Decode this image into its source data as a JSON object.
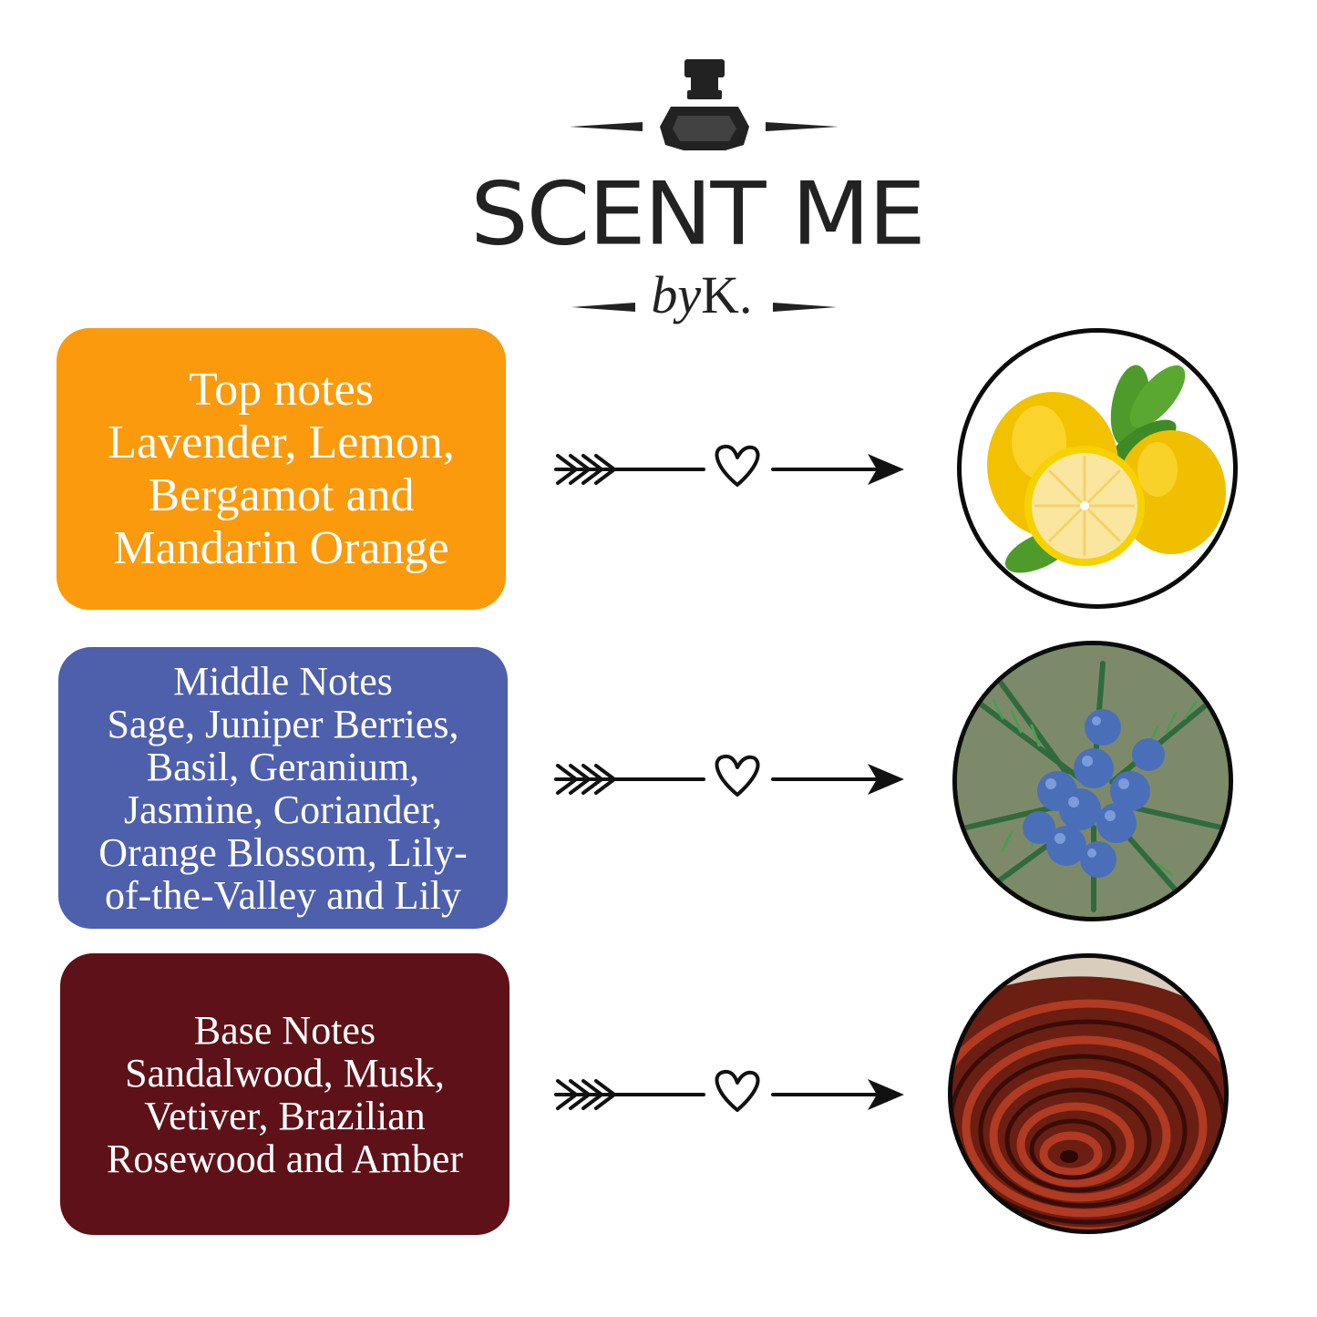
{
  "brand": {
    "name": "SCENT ME",
    "by": "by",
    "initial": "K."
  },
  "notes": [
    {
      "id": "top",
      "color": "#FA9A0C",
      "lines": [
        "Top notes",
        "Lavender, Lemon,",
        "Bergamot and",
        "Mandarin Orange"
      ],
      "image_icon": "lemon-image"
    },
    {
      "id": "middle",
      "color": "#4E5FAC",
      "lines": [
        "Middle Notes",
        "Sage, Juniper Berries,",
        "Basil, Geranium,",
        "Jasmine, Coriander,",
        "Orange Blossom, Lily-",
        "of-the-Valley and Lily"
      ],
      "image_icon": "juniper-berries-image"
    },
    {
      "id": "base",
      "color": "#5E1118",
      "lines": [
        "Base Notes",
        "Sandalwood, Musk,",
        "Vetiver, Brazilian",
        "Rosewood and Amber"
      ],
      "image_icon": "rosewood-image"
    }
  ],
  "connector_icon": "heart-arrow-icon"
}
